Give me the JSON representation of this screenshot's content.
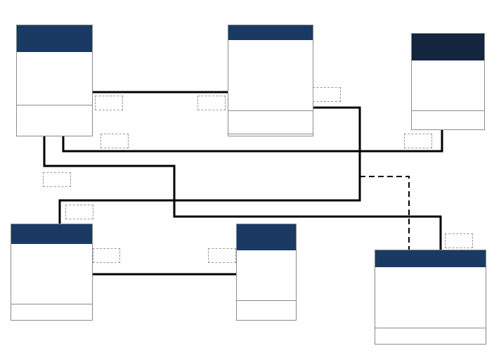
{
  "diagram": {
    "kind": "entity-relationship",
    "colors": {
      "header": "#1a3a64",
      "header_dark": "#13253f",
      "line": "#000000",
      "box_border": "#8a8a8a",
      "label_border": "#9a9a9a"
    },
    "entities": [
      {
        "id": "entity-a",
        "header_color": "#1a3a64",
        "title": "",
        "attributes": []
      },
      {
        "id": "entity-b",
        "header_color": "#1a3a64",
        "title": "",
        "attributes": []
      },
      {
        "id": "entity-c",
        "header_color": "#13253f",
        "title": "",
        "attributes": []
      },
      {
        "id": "entity-d",
        "header_color": "#1a3a64",
        "title": "",
        "attributes": []
      },
      {
        "id": "entity-e",
        "header_color": "#1a3a64",
        "title": "",
        "attributes": []
      },
      {
        "id": "entity-f",
        "header_color": "#1a3a64",
        "title": "",
        "attributes": []
      }
    ],
    "relationships": [
      {
        "from": "entity-a",
        "to": "entity-b",
        "style": "solid"
      },
      {
        "from": "entity-a",
        "to": "entity-c",
        "style": "solid"
      },
      {
        "from": "entity-a",
        "to": "entity-f",
        "style": "solid"
      },
      {
        "from": "entity-b",
        "to": "entity-d",
        "style": "solid"
      },
      {
        "from": "entity-b",
        "to": "entity-f",
        "style": "dashed"
      },
      {
        "from": "entity-d",
        "to": "entity-e",
        "style": "solid"
      }
    ],
    "multiplicity_labels": [
      "",
      "",
      "",
      "",
      "",
      "",
      "",
      "",
      "",
      ""
    ]
  }
}
